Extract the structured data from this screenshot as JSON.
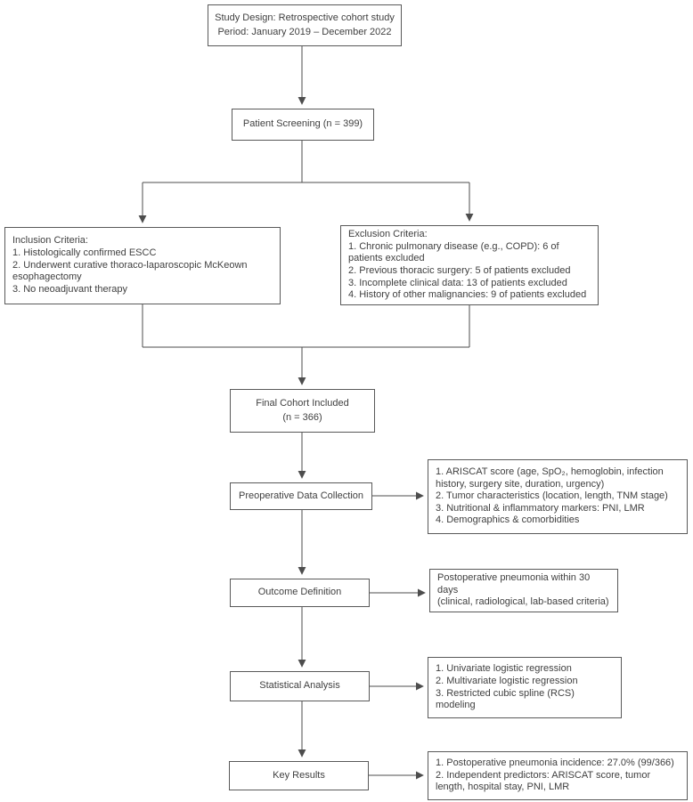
{
  "flow": {
    "study_design": {
      "lines": [
        "Study Design: Retrospective cohort study",
        "Period: January 2019 – December 2022"
      ]
    },
    "patient_screening": {
      "label": "Patient Screening (n = 399)"
    },
    "inclusion": {
      "items": [
        "Inclusion Criteria:",
        "1. Histologically confirmed ESCC",
        "2. Underwent curative thoraco-laparoscopic McKeown esophagectomy",
        "3. No neoadjuvant therapy"
      ]
    },
    "exclusion": {
      "items": [
        "Exclusion Criteria:",
        "1. Chronic pulmonary disease (e.g., COPD): 6 of patients excluded",
        "2. Previous thoracic surgery: 5 of patients excluded",
        "3. Incomplete clinical data: 13 of patients excluded",
        "4. History of other malignancies: 9 of patients excluded"
      ]
    },
    "final_cohort": {
      "lines": [
        "Final Cohort Included",
        "(n = 366)"
      ]
    },
    "preoperative": {
      "label": "Preoperative Data Collection",
      "detail_items": [
        "1. ARISCAT score (age, SpO₂, hemoglobin, infection history, surgery site, duration, urgency)",
        "2. Tumor characteristics (location, length, TNM stage)",
        "3. Nutritional & inflammatory markers: PNI, LMR",
        "4. Demographics & comorbidities"
      ]
    },
    "outcome": {
      "label": "Outcome Definition",
      "detail_lines": [
        "Postoperative pneumonia within 30 days",
        "(clinical, radiological, lab-based criteria)"
      ]
    },
    "statistics": {
      "label": "Statistical Analysis",
      "detail_items": [
        "1. Univariate logistic regression",
        "2. Multivariate logistic regression",
        "3. Restricted cubic spline (RCS) modeling"
      ]
    },
    "key_results": {
      "label": "Key Results",
      "detail_items": [
        "1. Postoperative pneumonia incidence: 27.0% (99/366)",
        "2. Independent predictors: ARISCAT score, tumor length, hospital stay, PNI, LMR"
      ]
    }
  },
  "colors": {
    "box_border": "#595959",
    "text": "#3f3f3f",
    "connector": "#4d4d4d",
    "background": "#ffffff"
  }
}
